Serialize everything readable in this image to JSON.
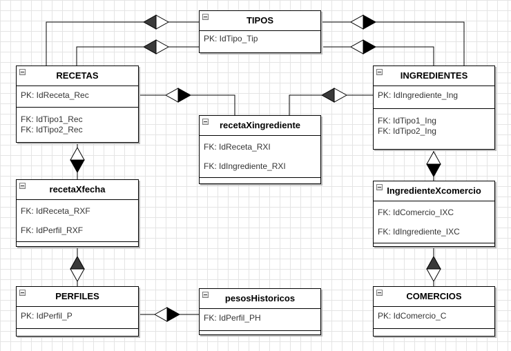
{
  "entities": {
    "tipos": {
      "title": "TIPOS",
      "keys": [
        "PK: IdTipo_Tip"
      ]
    },
    "recetas": {
      "title": "RECETAS",
      "pk": [
        "PK: IdReceta_Rec"
      ],
      "fk": [
        "FK: IdTipo1_Rec",
        "FK: IdTipo2_Rec"
      ]
    },
    "ingredientes": {
      "title": "INGREDIENTES",
      "pk": [
        "PK: IdIngrediente_Ing"
      ],
      "fk": [
        "FK: IdTipo1_Ing",
        "FK: IdTipo2_Ing"
      ]
    },
    "receta_x_ingrediente": {
      "title": "recetaXingrediente",
      "keys": [
        "FK: IdReceta_RXI",
        "FK: IdIngrediente_RXI"
      ]
    },
    "receta_x_fecha": {
      "title": "recetaXfecha",
      "keys": [
        "FK: IdReceta_RXF",
        "FK: IdPerfil_RXF"
      ]
    },
    "ingrediente_x_comercio": {
      "title": "IngredienteXcomercio",
      "keys": [
        "FK: IdComercio_IXC",
        "FK: IdIngrediente_IXC"
      ]
    },
    "perfiles": {
      "title": "PERFILES",
      "keys": [
        "PK: IdPerfil_P"
      ]
    },
    "pesos_historicos": {
      "title": "pesosHistoricos",
      "keys": [
        "FK: IdPerfil_PH"
      ]
    },
    "comercios": {
      "title": "COMERCIOS",
      "keys": [
        "PK: IdComercio_C"
      ]
    }
  },
  "colors": {
    "line": "#000000",
    "diamond_dark": "#3a3a3a",
    "diamond_light": "#ffffff",
    "grid": "#e4e4e4"
  },
  "relationships": [
    {
      "from": "recetas",
      "to": "tipos",
      "via": "FK: IdTipo1_Rec"
    },
    {
      "from": "recetas",
      "to": "tipos",
      "via": "FK: IdTipo2_Rec"
    },
    {
      "from": "ingredientes",
      "to": "tipos",
      "via": "FK: IdTipo1_Ing"
    },
    {
      "from": "ingredientes",
      "to": "tipos",
      "via": "FK: IdTipo2_Ing"
    },
    {
      "from": "receta_x_ingrediente",
      "to": "recetas",
      "via": "FK: IdReceta_RXI"
    },
    {
      "from": "receta_x_ingrediente",
      "to": "ingredientes",
      "via": "FK: IdIngrediente_RXI"
    },
    {
      "from": "receta_x_fecha",
      "to": "recetas",
      "via": "FK: IdReceta_RXF"
    },
    {
      "from": "receta_x_fecha",
      "to": "perfiles",
      "via": "FK: IdPerfil_RXF"
    },
    {
      "from": "pesos_historicos",
      "to": "perfiles",
      "via": "FK: IdPerfil_PH"
    },
    {
      "from": "ingrediente_x_comercio",
      "to": "ingredientes",
      "via": "FK: IdIngrediente_IXC"
    },
    {
      "from": "ingrediente_x_comercio",
      "to": "comercios",
      "via": "FK: IdComercio_IXC"
    }
  ]
}
